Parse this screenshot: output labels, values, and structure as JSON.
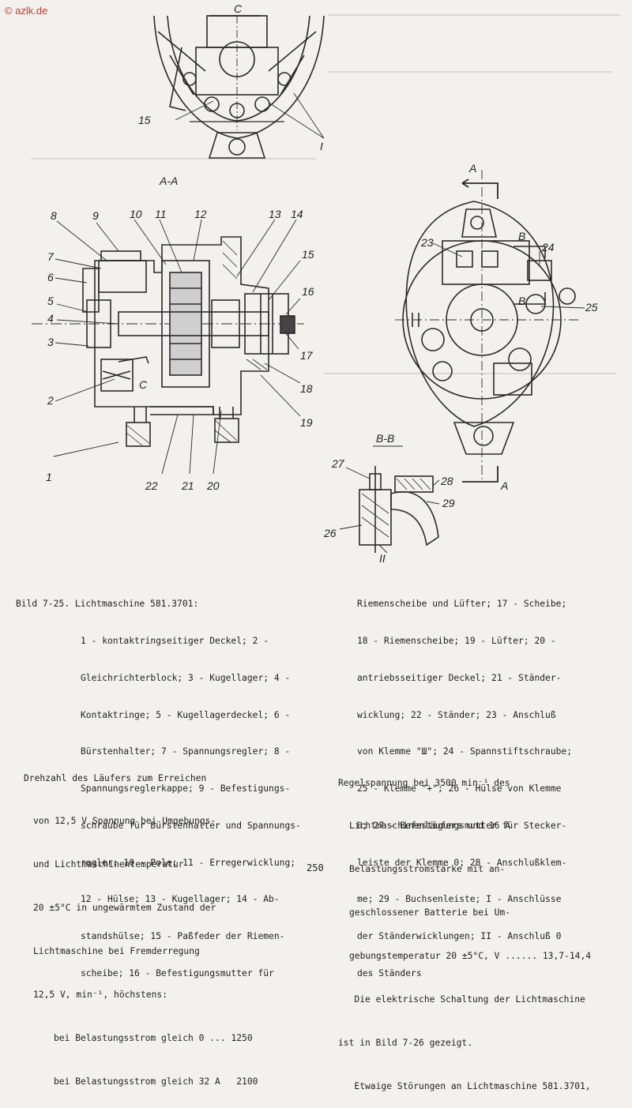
{
  "watermark": "© azlk.de",
  "figure": {
    "section_labels": {
      "c_top": "C",
      "aa": "A-A",
      "bb": "B-B",
      "a_top": "A",
      "a_bottom": "A",
      "b_right1": "B",
      "b_right2": "B",
      "roman_i": "I",
      "roman_ii": "II",
      "c_small": "C"
    },
    "callouts_left": [
      "1",
      "2",
      "3",
      "4",
      "5",
      "6",
      "7",
      "8",
      "9",
      "10",
      "11",
      "12",
      "13",
      "14",
      "15",
      "16",
      "17",
      "18",
      "19",
      "20",
      "21",
      "22"
    ],
    "callouts_right": [
      "23",
      "24",
      "25",
      "26",
      "27",
      "28",
      "29"
    ],
    "callout_15_top": "15"
  },
  "caption": {
    "left_lines": [
      "Bild 7-25. Lichtmaschine 581.3701:",
      "1 - kontaktringseitiger Deckel; 2 -",
      "Gleichrichterblock; 3 - Kugellager; 4 -",
      "Kontaktringe; 5 - Kugellagerdeckel; 6 -",
      "Bürstenhalter; 7 - Spannungsregler; 8 -",
      "Spannungsreglerkappe; 9 - Befestigungs-",
      "schraube für Bürstenhalter und Spannungs-",
      "regler; 10 - Pole; 11 - Erregerwicklung;",
      "12 - Hülse; 13 - Kugellager; 14 - Ab-",
      "standshülse; 15 - Paßfeder der Riemen-",
      "scheibe; 16 - Befestigungsmutter für"
    ],
    "right_lines": [
      "Riemenscheibe und Lüfter; 17 - Scheibe;",
      "18 - Riemenscheibe; 19 - Lüfter; 20 -",
      "antriebsseitiger Deckel; 21 - Ständer-",
      "wicklung; 22 - Ständer; 23 - Anschluß",
      "von Klemme \"Ш\"; 24 - Spannstiftschraube;",
      "25 - Klemme \"+\"; 26 - Hülse von Klemme",
      "0; 27 - Befestigungsmutter für Stecker-",
      "leiste der Klemme 0; 28 - Anschlußklem-",
      "me; 29 - Buchsenleiste; I - Anschlüsse",
      "der Ständerwicklungen; II - Anschluß 0",
      "des Ständers"
    ]
  },
  "left_text": [
    "Drehzahl des Läufers zum Erreichen",
    "von 12,5 V Spannung bei Umgebungs-",
    "und Lichtmaschinentemperatur",
    "20 ±5°C in ungewärmtem Zustand der",
    "Lichtmaschine bei Fremderregung",
    "12,5 V, min⁻¹, höchstens:",
    "bei Belastungsstrom gleich 0 ... 1250",
    "bei Belastungsstrom gleich 32 A   2100"
  ],
  "right_text": [
    "Regelspannung bei 3500 min⁻¹ des",
    "Lichtmaschinenläufers und 16 A",
    "Belastungsstromstärke mit an-",
    "geschlossener Batterie bei Um-",
    "gebungstemperatur 20 ±5°C, V ...... 13,7-14,4",
    "   Die elektrische Schaltung der Lichtmaschine",
    "ist in Bild 7-26 gezeigt.",
    "   Etwaige Störungen an Lichtmaschine 581.3701,"
  ],
  "page_number": "250"
}
